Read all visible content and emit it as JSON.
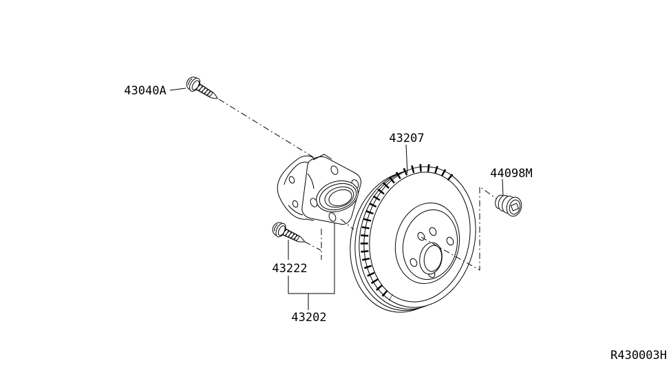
{
  "colors": {
    "ink": "#000000",
    "paper": "#ffffff"
  },
  "callouts": {
    "bolt_upper": {
      "code": "43040A"
    },
    "rotor": {
      "code": "43207"
    },
    "grease_cap": {
      "code": "44098M"
    },
    "bolt_lower": {
      "code": "43222"
    },
    "hub_assembly": {
      "code": "43202"
    }
  },
  "reference": {
    "code": "R430003H"
  }
}
